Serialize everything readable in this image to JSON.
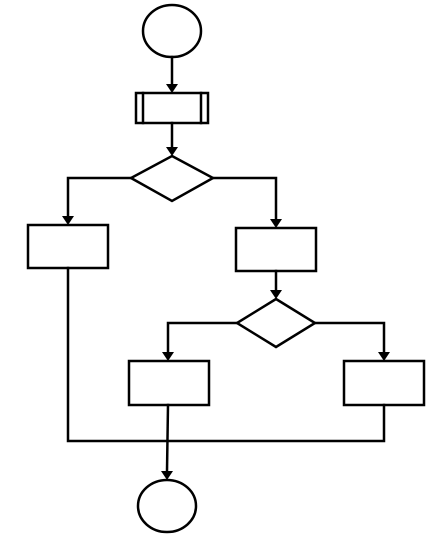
{
  "diagram": {
    "type": "flowchart",
    "background_color": "#ffffff",
    "stroke_color": "#000000",
    "nodes": [
      {
        "id": "start",
        "shape": "oval",
        "label": ""
      },
      {
        "id": "predefined-process",
        "shape": "predefined-process",
        "label": ""
      },
      {
        "id": "decision-1",
        "shape": "diamond",
        "label": ""
      },
      {
        "id": "process-left",
        "shape": "rectangle",
        "label": ""
      },
      {
        "id": "process-right",
        "shape": "rectangle",
        "label": ""
      },
      {
        "id": "decision-2",
        "shape": "diamond",
        "label": ""
      },
      {
        "id": "process-bottom-left",
        "shape": "rectangle",
        "label": ""
      },
      {
        "id": "process-bottom-right",
        "shape": "rectangle",
        "label": ""
      },
      {
        "id": "end",
        "shape": "oval",
        "label": ""
      }
    ],
    "edges": [
      {
        "from": "start",
        "to": "predefined-process"
      },
      {
        "from": "predefined-process",
        "to": "decision-1"
      },
      {
        "from": "decision-1",
        "to": "process-left"
      },
      {
        "from": "decision-1",
        "to": "process-right"
      },
      {
        "from": "process-right",
        "to": "decision-2"
      },
      {
        "from": "decision-2",
        "to": "process-bottom-left"
      },
      {
        "from": "decision-2",
        "to": "process-bottom-right"
      },
      {
        "from": "process-left",
        "to": "end"
      },
      {
        "from": "process-bottom-left",
        "to": "end"
      },
      {
        "from": "process-bottom-right",
        "to": "end"
      }
    ]
  }
}
